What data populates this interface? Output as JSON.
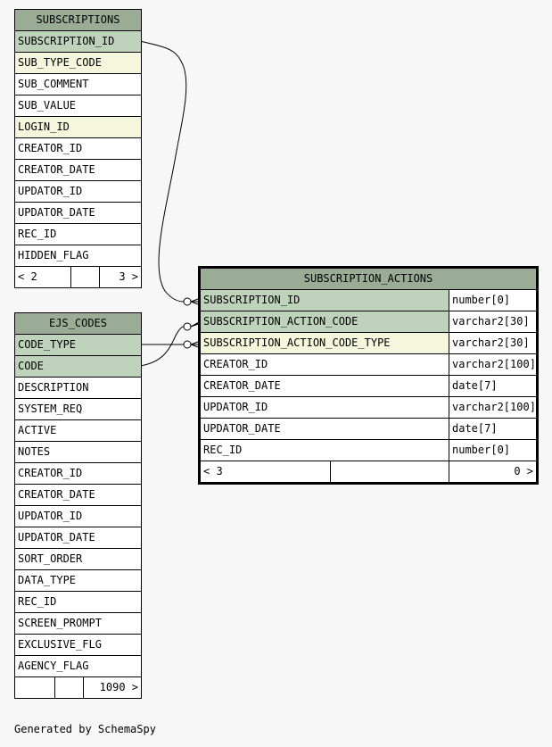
{
  "tables": {
    "subscriptions": {
      "name": "SUBSCRIPTIONS",
      "columns": [
        {
          "name": "SUBSCRIPTION_ID",
          "kind": "pk"
        },
        {
          "name": "SUB_TYPE_CODE",
          "kind": "fk"
        },
        {
          "name": "SUB_COMMENT",
          "kind": ""
        },
        {
          "name": "SUB_VALUE",
          "kind": ""
        },
        {
          "name": "LOGIN_ID",
          "kind": "fk"
        },
        {
          "name": "CREATOR_ID",
          "kind": ""
        },
        {
          "name": "CREATOR_DATE",
          "kind": ""
        },
        {
          "name": "UPDATOR_ID",
          "kind": ""
        },
        {
          "name": "UPDATOR_DATE",
          "kind": ""
        },
        {
          "name": "REC_ID",
          "kind": ""
        },
        {
          "name": "HIDDEN_FLAG",
          "kind": ""
        }
      ],
      "footer": {
        "parents": "< 2",
        "rows": "",
        "children": "3 >"
      }
    },
    "ejs_codes": {
      "name": "EJS_CODES",
      "columns": [
        {
          "name": "CODE_TYPE",
          "kind": "pk"
        },
        {
          "name": "CODE",
          "kind": "pk"
        },
        {
          "name": "DESCRIPTION",
          "kind": ""
        },
        {
          "name": "SYSTEM_REQ",
          "kind": ""
        },
        {
          "name": "ACTIVE",
          "kind": ""
        },
        {
          "name": "NOTES",
          "kind": ""
        },
        {
          "name": "CREATOR_ID",
          "kind": ""
        },
        {
          "name": "CREATOR_DATE",
          "kind": ""
        },
        {
          "name": "UPDATOR_ID",
          "kind": ""
        },
        {
          "name": "UPDATOR_DATE",
          "kind": ""
        },
        {
          "name": "SORT_ORDER",
          "kind": ""
        },
        {
          "name": "DATA_TYPE",
          "kind": ""
        },
        {
          "name": "REC_ID",
          "kind": ""
        },
        {
          "name": "SCREEN_PROMPT",
          "kind": ""
        },
        {
          "name": "EXCLUSIVE_FLG",
          "kind": ""
        },
        {
          "name": "AGENCY_FLAG",
          "kind": ""
        }
      ],
      "footer": {
        "parents": "",
        "rows": "",
        "children": "1090 >"
      }
    },
    "subscription_actions": {
      "name": "SUBSCRIPTION_ACTIONS",
      "columns": [
        {
          "name": "SUBSCRIPTION_ID",
          "type": "number[0]",
          "kind": "pk"
        },
        {
          "name": "SUBSCRIPTION_ACTION_CODE",
          "type": "varchar2[30]",
          "kind": "pk"
        },
        {
          "name": "SUBSCRIPTION_ACTION_CODE_TYPE",
          "type": "varchar2[30]",
          "kind": "fk"
        },
        {
          "name": "CREATOR_ID",
          "type": "varchar2[100]",
          "kind": ""
        },
        {
          "name": "CREATOR_DATE",
          "type": "date[7]",
          "kind": ""
        },
        {
          "name": "UPDATOR_ID",
          "type": "varchar2[100]",
          "kind": ""
        },
        {
          "name": "UPDATOR_DATE",
          "type": "date[7]",
          "kind": ""
        },
        {
          "name": "REC_ID",
          "type": "number[0]",
          "kind": ""
        }
      ],
      "footer": {
        "parents": "< 3",
        "rows": "",
        "children": "0 >"
      }
    }
  },
  "colors": {
    "header": "#9aab96",
    "primary_key": "#bfd2bb",
    "foreign_key": "#f4f7db",
    "background": "#f7f7f7"
  },
  "generated_by": "Generated by SchemaSpy"
}
